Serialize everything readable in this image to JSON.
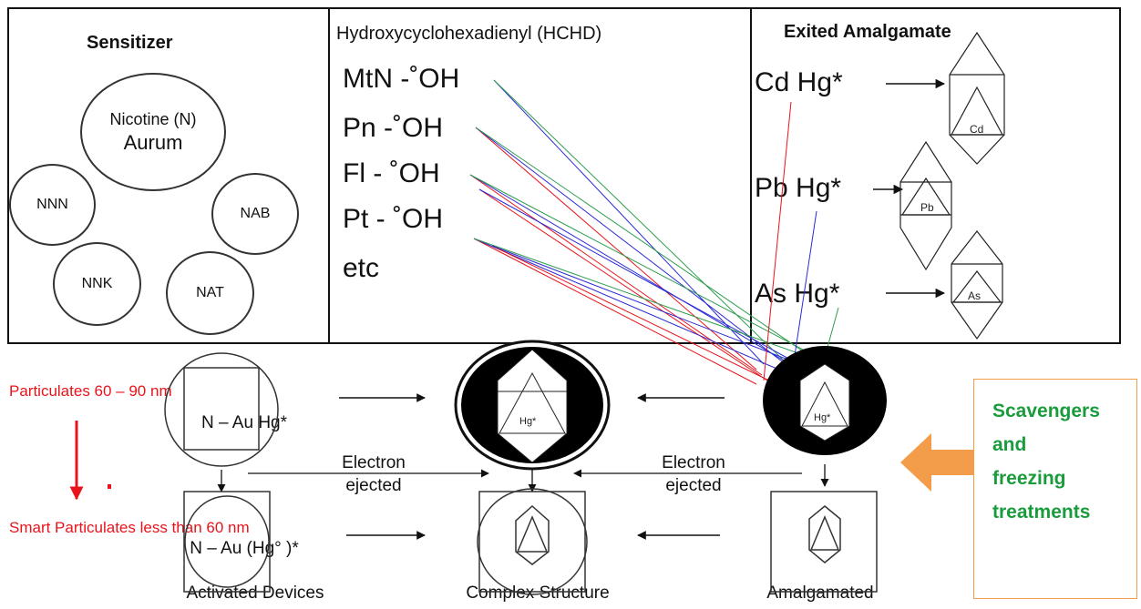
{
  "sensitizer": {
    "title": "Sensitizer",
    "items": [
      "Nicotine (N)",
      "Aurum",
      "NNN",
      "NAB",
      "NNK",
      "NAT"
    ]
  },
  "hchd": {
    "title": "Hydroxycyclohexadienyl (HCHD)",
    "radicals": [
      "MtN -˚OH",
      "Pn -˚OH",
      "Fl - ˚OH",
      "Pt - ˚OH",
      "etc"
    ]
  },
  "amalgamate": {
    "title": "Exited Amalgamate",
    "items": [
      {
        "label": "Cd Hg*",
        "symbol": "Cd"
      },
      {
        "label": "Pb Hg*",
        "symbol": "Pb"
      },
      {
        "label": "As Hg*",
        "symbol": "As"
      }
    ]
  },
  "lower": {
    "n_au_hg": "N – Au Hg*",
    "n_au_hg_bottom": "N – Au (Hg° )*",
    "hg_star": "Hg*",
    "electron_ejected_left": "Electron ejected",
    "electron_ejected_right": "Electron ejected",
    "captions": [
      "Activated Devices",
      "Complex Structure",
      "Amalgamated"
    ]
  },
  "particulates": {
    "top": "Particulates 60 – 90 nm",
    "bottom": "Smart Particulates less than 60 nm"
  },
  "callout": {
    "lines": [
      "Scavengers",
      "and",
      "freezing",
      "treatments"
    ]
  },
  "colors": {
    "red": "#e8141c",
    "blue": "#2a2ad6",
    "green": "#2e9e4f",
    "orange": "#f39c4a",
    "callout_text": "#1a9c3d"
  }
}
